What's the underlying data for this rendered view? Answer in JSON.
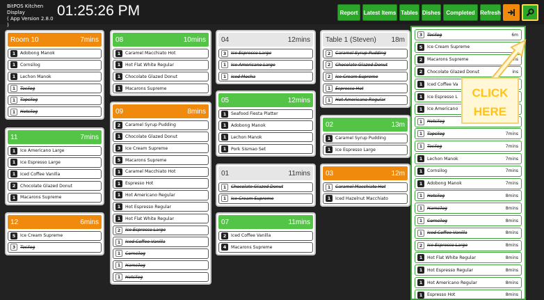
{
  "header": {
    "brand_line1": "BitPOS Kitchen Display",
    "brand_line2": "( App Version 2.8.0 )",
    "clock": "01:25:26 PM",
    "buttons": [
      "Report",
      "Latest Items",
      "Tables",
      "Dishes",
      "Completed",
      "Refresh"
    ]
  },
  "cards": {
    "c1": {
      "title": "Room 10",
      "time": "7mins",
      "items": [
        {
          "q": "1",
          "n": "Adobong Manok"
        },
        {
          "q": "1",
          "n": "Cornsilog"
        },
        {
          "q": "1",
          "n": "Lechon Manok"
        },
        {
          "q": "1",
          "n": "Tocilog",
          "d": 1
        },
        {
          "q": "1",
          "n": "Tapsilog",
          "d": 1
        },
        {
          "q": "1",
          "n": "Hotsilog",
          "d": 1
        }
      ]
    },
    "c2": {
      "title": "11",
      "time": "7mins",
      "items": [
        {
          "q": "1",
          "n": "Ice Americano Large"
        },
        {
          "q": "1",
          "n": "Ice Espresso Large"
        },
        {
          "q": "1",
          "n": "Iced Coffee Vanilla"
        },
        {
          "q": "2",
          "n": "Chocolate Glazed Donut"
        },
        {
          "q": "1",
          "n": "Macarons Supreme"
        }
      ]
    },
    "c3": {
      "title": "12",
      "time": "6mins",
      "items": [
        {
          "q": "5",
          "n": "Ice Cream Supreme"
        },
        {
          "q": "3",
          "n": "Tocilog",
          "d": 1
        }
      ]
    },
    "c4": {
      "title": "08",
      "time": "10mins",
      "items": [
        {
          "q": "1",
          "n": "Caramel Macchiato Hot"
        },
        {
          "q": "1",
          "n": "Hot Flat White Regular"
        },
        {
          "q": "1",
          "n": "Chocolate Glazed Donut"
        },
        {
          "q": "1",
          "n": "Macarons Supreme"
        }
      ]
    },
    "c5": {
      "title": "09",
      "time": "8mins",
      "items": [
        {
          "q": "2",
          "n": "Caramel Syrup Pudding"
        },
        {
          "q": "1",
          "n": "Chocolate Glazed Donut"
        },
        {
          "q": "3",
          "n": "Ice Cream Supreme"
        },
        {
          "q": "5",
          "n": "Macarons Supreme"
        },
        {
          "q": "1",
          "n": "Caramel Macchiato Hot"
        },
        {
          "q": "1",
          "n": "Espresso Hot"
        },
        {
          "q": "1",
          "n": "Hot Americano Regular"
        },
        {
          "q": "1",
          "n": "Hot Espresso Regular"
        },
        {
          "q": "1",
          "n": "Hot Flat White Regular"
        },
        {
          "q": "2",
          "n": "Ice Espresso Large",
          "d": 1
        },
        {
          "q": "1",
          "n": "Iced Coffee Vanilla",
          "d": 1
        },
        {
          "q": "1",
          "n": "Cornsilog",
          "d": 1
        },
        {
          "q": "1",
          "n": "Hamsilog",
          "d": 1
        },
        {
          "q": "1",
          "n": "Hotsilog",
          "d": 1
        }
      ]
    },
    "c6": {
      "title": "04",
      "time": "12mins",
      "items": [
        {
          "q": "3",
          "n": "Ice Espresso Large",
          "d": 1
        },
        {
          "q": "1",
          "n": "Ice Americano Large",
          "d": 1
        },
        {
          "q": "1",
          "n": "Iced Mocha",
          "d": 1
        }
      ]
    },
    "c7": {
      "title": "05",
      "time": "12mins",
      "items": [
        {
          "q": "1",
          "n": "Seafood Fiesta Platter"
        },
        {
          "q": "1",
          "n": "Adobong Manok"
        },
        {
          "q": "1",
          "n": "Lechon Manok"
        },
        {
          "q": "1",
          "n": "Pork Sismao Set"
        }
      ]
    },
    "c8": {
      "title": "01",
      "time": "11mins",
      "items": [
        {
          "q": "1",
          "n": "Chocolate Glazed Donut",
          "d": 1
        },
        {
          "q": "1",
          "n": "Ice Cream Supreme",
          "d": 1
        }
      ]
    },
    "c9": {
      "title": "07",
      "time": "11mins",
      "items": [
        {
          "q": "2",
          "n": "Iced Coffee Vanilla"
        },
        {
          "q": "4",
          "n": "Macarons Supreme"
        }
      ]
    },
    "c10": {
      "title": "Table 1 (Steven)",
      "time": "18m",
      "items": [
        {
          "q": "2",
          "n": "Caramel Syrup Pudding",
          "d": 1
        },
        {
          "q": "2",
          "n": "Chocolate Glazed Donut",
          "d": 1
        },
        {
          "q": "2",
          "n": "Ice Cream Supreme",
          "d": 1
        },
        {
          "q": "1",
          "n": "Espresso Hot",
          "d": 1
        },
        {
          "q": "1",
          "n": "Hot Americano Regular",
          "d": 1
        }
      ]
    },
    "c11": {
      "title": "02",
      "time": "13m",
      "items": [
        {
          "q": "1",
          "n": "Caramel Syrup Pudding"
        },
        {
          "q": "1",
          "n": "Ice Espresso Large"
        }
      ]
    },
    "c12": {
      "title": "03",
      "time": "12m",
      "items": [
        {
          "q": "1",
          "n": "Caramel Macchiato Hot",
          "d": 1
        },
        {
          "q": "1",
          "n": "Iced Hazelnut Macchiato"
        }
      ]
    }
  },
  "sidebar": [
    {
      "q": "3",
      "n": "Tocilog",
      "t": "6m",
      "d": 1
    },
    {
      "q": "5",
      "n": "Ice Cream Supreme",
      "t": ""
    },
    {
      "q": "2",
      "n": "Macarons Supreme",
      "t": "ins"
    },
    {
      "q": "2",
      "n": "Chocolate Glazed Donut",
      "t": "ins"
    },
    {
      "q": "1",
      "n": "Iced Coffee Va",
      "t": ""
    },
    {
      "q": "1",
      "n": "Ice Espresso L",
      "t": ""
    },
    {
      "q": "1",
      "n": "Ice Americano",
      "t": ""
    },
    {
      "q": "1",
      "n": "Hotsilog",
      "t": "",
      "d": 1
    },
    {
      "q": "1",
      "n": "Tapsilog",
      "t": "7mins",
      "d": 1
    },
    {
      "q": "1",
      "n": "Tocilog",
      "t": "7mins",
      "d": 1
    },
    {
      "q": "1",
      "n": "Lechon Manok",
      "t": "7mins"
    },
    {
      "q": "1",
      "n": "Cornsilog",
      "t": "7mins"
    },
    {
      "q": "1",
      "n": "Adobong Manok",
      "t": "7mins"
    },
    {
      "q": "1",
      "n": "Hotsilog",
      "t": "8mins",
      "d": 1
    },
    {
      "q": "1",
      "n": "Hamsilog",
      "t": "8mins",
      "d": 1
    },
    {
      "q": "1",
      "n": "Cornsilog",
      "t": "8mins",
      "d": 1
    },
    {
      "q": "1",
      "n": "Iced Coffee Vanilla",
      "t": "8mins",
      "d": 1
    },
    {
      "q": "2",
      "n": "Ice Espresso Large",
      "t": "8mins",
      "d": 1
    },
    {
      "q": "1",
      "n": "Hot Flat White Regular",
      "t": "8mins"
    },
    {
      "q": "1",
      "n": "Hot Espresso Regular",
      "t": "8mins"
    },
    {
      "q": "1",
      "n": "Hot Americano Regular",
      "t": "8mins"
    },
    {
      "q": "1",
      "n": "Espresso Hot",
      "t": "8mins"
    }
  ],
  "callout": {
    "line1": "CLICK",
    "line2": "HERE"
  },
  "icons": {
    "exit": "logout-icon",
    "settings": "wrench-icon"
  }
}
